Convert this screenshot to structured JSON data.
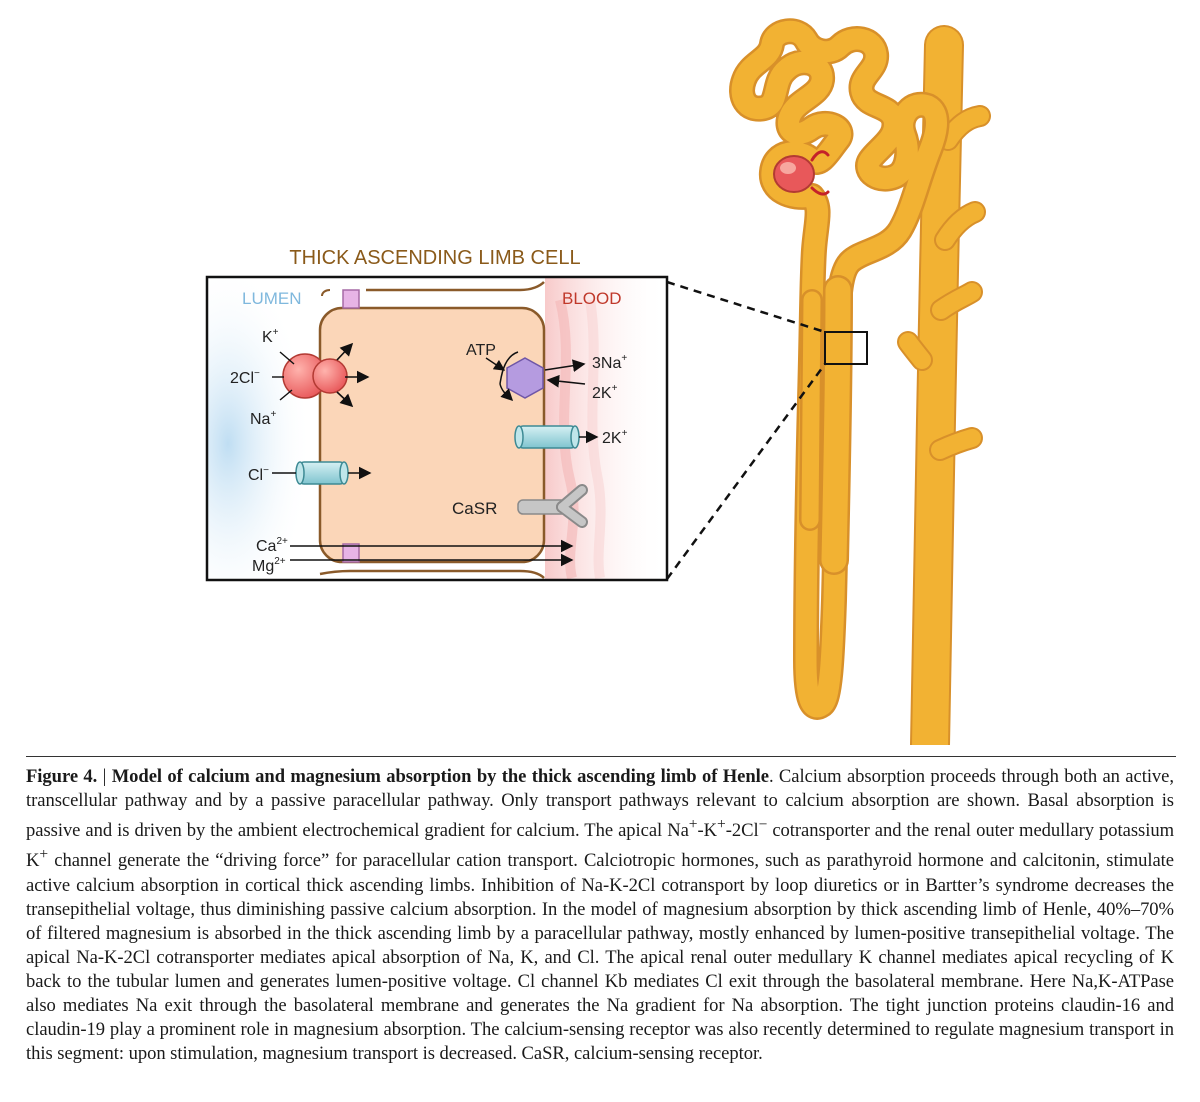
{
  "figure": {
    "cell_title": "THICK ASCENDING LIMB CELL",
    "lumen_label": "LUMEN",
    "blood_label": "BLOOD",
    "cotransporter_ions": {
      "k": "K",
      "k_sup": "+",
      "cl": "2Cl",
      "cl_sup": "−",
      "na": "Na",
      "na_sup": "+"
    },
    "cl_channel": {
      "ion": "Cl",
      "sup": "−"
    },
    "pump": {
      "atp": "ATP",
      "na": "3Na",
      "na_sup": "+",
      "k": "2K",
      "k_sup": "+"
    },
    "k_channel": {
      "ion": "2K",
      "sup": "+"
    },
    "receptor": "CaSR",
    "paracellular": {
      "ca": "Ca",
      "ca_sup": "2+",
      "mg": "Mg",
      "mg_sup": "2+"
    },
    "colors": {
      "tubule": "#f2b233",
      "tubule_edge": "#d8902a",
      "cell_fill": "#fbd6b8",
      "cell_edge": "#8a5a2a",
      "cotransporter": "#e8585a",
      "channel": "#9ed6dd",
      "pump": "#b59be0",
      "receptor": "#bcbcbc",
      "tight_junction": "#d79bd6",
      "lumen_text": "#7fb8dd",
      "blood_text": "#c0392b",
      "title_text": "#8a5a1a"
    }
  },
  "caption": {
    "figure_label": "Figure 4.",
    "separator": " | ",
    "title": "Model of calcium and magnesium absorption by the thick ascending limb of Henle",
    "text_1": ". Calcium absorption proceeds through both an active, transcellular pathway and by a passive paracellular pathway. Only transport pathways relevant to calcium absorption are shown. Basal absorption is passive and is driven by the ambient electrochemical gradient for calcium. The apical Na",
    "sup_1": "+",
    "text_2": "-K",
    "sup_2": "+",
    "text_3": "-2Cl",
    "sup_3": "−",
    "text_4": " cotransporter and the renal outer medullary potassium K",
    "sup_4": "+",
    "text_5": " channel generate the “driving force” for paracellular cation transport. Calciotropic hormones, such as parathyroid hormone and calcitonin, stimulate active calcium absorption in cortical thick ascending limbs. Inhibition of Na-K-2Cl cotransport by loop diuretics or in Bartter’s syndrome decreases the transepithelial voltage, thus diminishing passive calcium absorption. In the model of magnesium absorption by thick ascending limb of Henle, 40%–70% of filtered magnesium is absorbed in the thick ascending limb by a paracellular pathway, mostly enhanced by lumen-positive transepithelial voltage. The apical Na-K-2Cl cotransporter mediates apical absorption of Na, K, and Cl. The apical renal outer medullary K channel mediates apical recycling of K back to the tubular lumen and generates lumen-positive voltage. Cl channel Kb mediates Cl exit through the basolateral membrane. Here Na,K-ATPase also mediates Na exit through the basolateral membrane and generates the Na gradient for Na absorption. The tight junction proteins claudin-16 and claudin-19 play a prominent role in magnesium absorption. The calcium-sensing receptor was also recently determined to regulate magnesium transport in this segment: upon stimulation, magnesium transport is decreased. CaSR, calcium-sensing receptor."
  }
}
